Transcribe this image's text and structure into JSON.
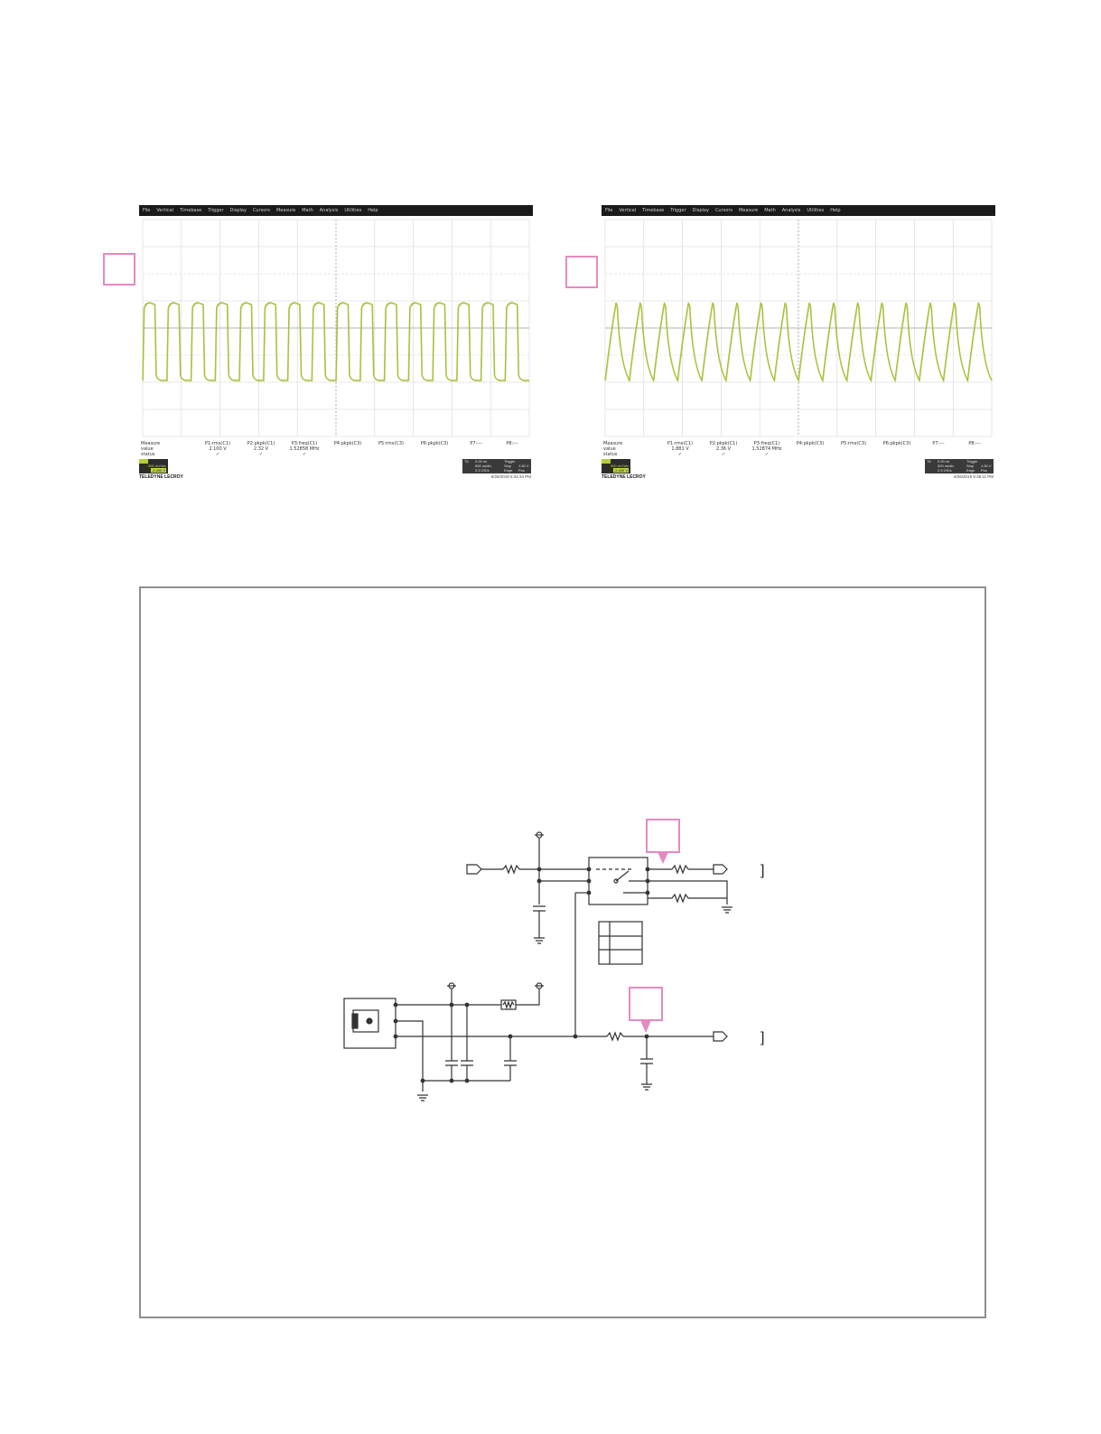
{
  "scope_menu": [
    "File",
    "Vertical",
    "Timebase",
    "Trigger",
    "Display",
    "Cursors",
    "Measure",
    "Math",
    "Analysis",
    "Utilities",
    "Help"
  ],
  "scope_left": {
    "meas_labels": [
      "Measure",
      "value",
      "status"
    ],
    "columns": [
      {
        "name": "P1:rms(C1)",
        "value": "2.100 V",
        "status": "✓"
      },
      {
        "name": "P2:pkpk(C1)",
        "value": "2.32 V",
        "status": "✓"
      },
      {
        "name": "P3:freq(C1)",
        "value": "1.52858 MHz",
        "status": "✓"
      },
      {
        "name": "P4:pkpk(C3)",
        "value": "",
        "status": ""
      },
      {
        "name": "P5:rms(C3)",
        "value": "",
        "status": ""
      },
      {
        "name": "P6:pkpk(C3)",
        "value": "",
        "status": ""
      },
      {
        "name": "P7:---",
        "value": "",
        "status": ""
      },
      {
        "name": "P8:---",
        "value": "",
        "status": ""
      }
    ],
    "ch_scale": "500 mV/div",
    "ch_offset": "-2.400 V",
    "brand": "TELEDYNE LECROY",
    "timebase": [
      "Tb",
      "0.00 ns",
      "Trigger",
      "",
      "500 ns/div",
      "Stop",
      "1.50 V",
      "2.5 GS/s",
      "Edge",
      "Pos"
    ],
    "timestamp": "6/26/2019 5:34:34 PM"
  },
  "scope_right": {
    "meas_labels": [
      "Measure",
      "value",
      "status"
    ],
    "columns": [
      {
        "name": "P1:rms(C1)",
        "value": "1.881 V",
        "status": "✓"
      },
      {
        "name": "P2:pkpk(C1)",
        "value": "2.36 V",
        "status": "✓"
      },
      {
        "name": "P3:freq(C1)",
        "value": "1.52874 MHz",
        "status": "✓"
      },
      {
        "name": "P4:pkpk(C3)",
        "value": "",
        "status": ""
      },
      {
        "name": "P5:rms(C3)",
        "value": "",
        "status": ""
      },
      {
        "name": "P6:pkpk(C3)",
        "value": "",
        "status": ""
      },
      {
        "name": "P7:---",
        "value": "",
        "status": ""
      },
      {
        "name": "P8:---",
        "value": "",
        "status": ""
      }
    ],
    "ch_scale": "500 mV/div",
    "ch_offset": "-2.400 V",
    "brand": "TELEDYNE LECROY",
    "timebase": [
      "Tb",
      "0.00 ns",
      "Trigger",
      "",
      "500 ns/div",
      "Stop",
      "1.50 V",
      "2.5 GS/s",
      "Edge",
      "Pos"
    ],
    "timestamp": "6/26/2019 5:38:11 PM"
  },
  "colors": {
    "trace": "#a5c23a",
    "callout": "#e58ac0",
    "frame": "#8e8e8e",
    "wire": "#333333"
  },
  "schematic_bracket": "]"
}
